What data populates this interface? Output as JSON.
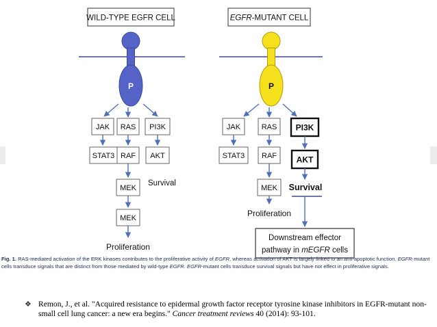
{
  "titles": {
    "wild_type": "WILD-TYPE EGFR CELL",
    "mutant_prefix": "EGFR",
    "mutant_suffix": "-MUTANT CELL"
  },
  "receptor_label": "P",
  "colors": {
    "wild_type_receptor": "#5563c8",
    "mutant_receptor": "#f4e01c",
    "membrane": "#3a4a92",
    "arrow": "#4f6fb8"
  },
  "wild_type": {
    "boxes": {
      "jak": "JAK",
      "ras": "RAS",
      "pi3k": "PI3K",
      "stat3": "STAT3",
      "raf": "RAF",
      "akt": "AKT",
      "mek1": "MEK",
      "mek2": "MEK"
    },
    "survival": "Survival",
    "proliferation": "Proliferation"
  },
  "mutant": {
    "boxes": {
      "jak": "JAK",
      "ras": "RAS",
      "pi3k": "PI3K",
      "stat3": "STAT3",
      "raf": "RAF",
      "akt": "AKT",
      "mek": "MEK"
    },
    "survival": "Survival",
    "proliferation": "Proliferation",
    "downstream": {
      "line1": "Downstream  effector",
      "line2_prefix": "pathway in ",
      "line2_italic": "mEGFR",
      "line2_suffix": " cells"
    }
  },
  "caption": {
    "fig_label": "Fig. 1.",
    "s1": " RAS-mediated activation of the ERK kinases contributes to the proliferative activity of ",
    "i1": "EGFR",
    "s2": ", whereas activation of AKT is largely linked to an anti-apoptotic function. ",
    "i2": "EGFR",
    "s3": "-mutant cells transduce signals that are distinct from those mediated by wild-type ",
    "i3": "EGFR",
    "s4": ". ",
    "i4": "EGFR",
    "s5": "-mutant cells transduce survival signals but have not effect in proliferative signals."
  },
  "reference": {
    "bullet": "❖",
    "text1": "Remon, J., et al. \"Acquired resistance to epidermal growth factor receptor tyrosine kinase inhibitors in EGFR-mutant non-small cell lung cancer: a new era begins.\" ",
    "journal": "Cancer treatment reviews",
    "text2": " 40 (2014): 93-101."
  }
}
